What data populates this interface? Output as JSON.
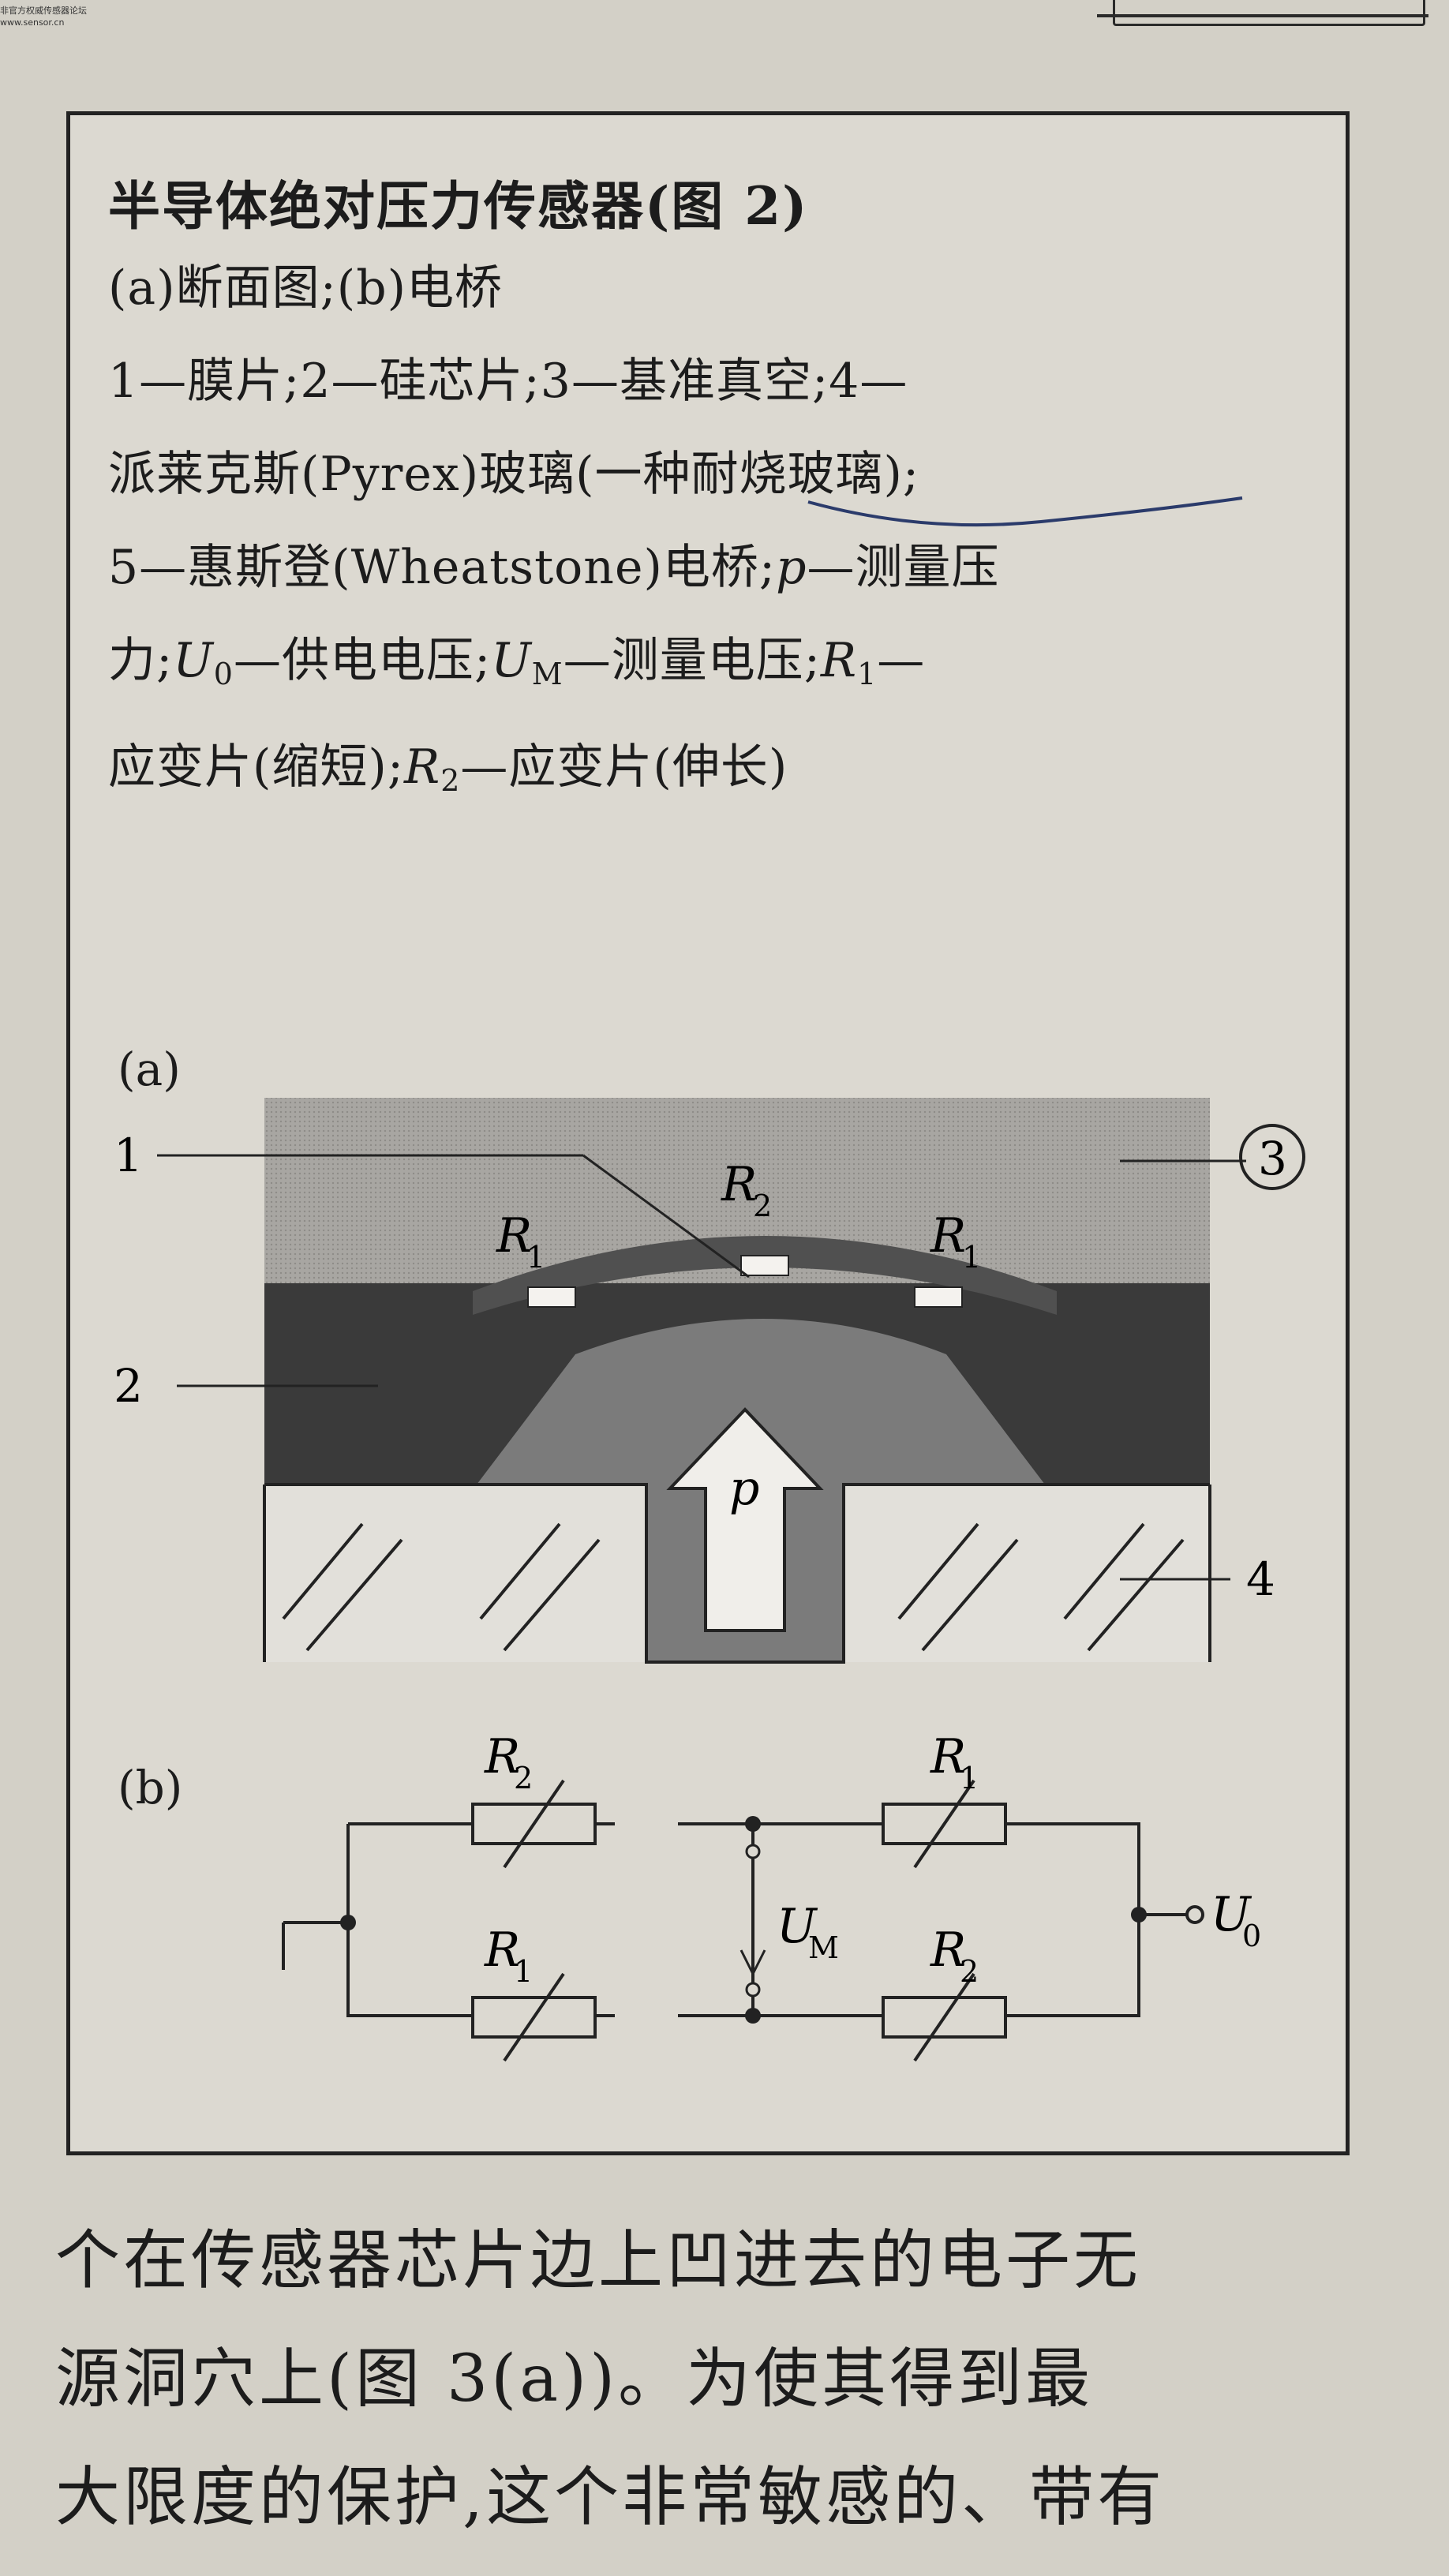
{
  "watermark": {
    "line1": "非官方权威传感器论坛",
    "line2": "www.sensor.cn"
  },
  "caption": {
    "title": "半导体绝对压力传感器(图 2)",
    "line1": "(a)断面图;(b)电桥",
    "line2": "1—膜片;2—硅芯片;3—基准真空;4—",
    "line3": "派莱克斯(Pyrex)玻璃(一种耐烧玻璃);",
    "line4a": "5—惠斯登(Wheatstone)电桥;",
    "line4b": "p",
    "line4c": "—测量压",
    "line5a": "力;",
    "line5b": "U",
    "line5c": "0",
    "line5d": "—供电电压;",
    "line5e": "U",
    "line5f": "M",
    "line5g": "—测量电压;",
    "line5h": "R",
    "line5i": "1",
    "line5j": "—",
    "line6a": "应变片(缩短);",
    "line6b": "R",
    "line6c": "2",
    "line6d": "—应变片(伸长)"
  },
  "figure_a": {
    "label": "(a)",
    "markers": [
      "1",
      "2",
      "3",
      "4"
    ],
    "resistor_labels": [
      {
        "main": "R",
        "sub": "1"
      },
      {
        "main": "R",
        "sub": "2"
      },
      {
        "main": "R",
        "sub": "1"
      }
    ],
    "pressure_symbol": "p",
    "colors": {
      "vacuum": "#a8a6a2",
      "chip": "#3a3a3a",
      "diaphragm": "#4a4a4a",
      "pressure_channel": "#7b7b7b",
      "glass": "#e2e0da"
    }
  },
  "figure_b": {
    "label": "(b)",
    "top_left": {
      "main": "R",
      "sub": "2"
    },
    "top_right": {
      "main": "R",
      "sub": "1"
    },
    "bottom_left": {
      "main": "R",
      "sub": "1"
    },
    "bottom_right": {
      "main": "R",
      "sub": "2"
    },
    "measure": {
      "main": "U",
      "sub": "M"
    },
    "supply": {
      "main": "U",
      "sub": "0"
    }
  },
  "body": {
    "line1": "个在传感器芯片边上凹进去的电子无",
    "line2": "源洞穴上(图 3(a))。为使其得到最",
    "line3": "大限度的保护,这个非常敏感的、带有"
  }
}
